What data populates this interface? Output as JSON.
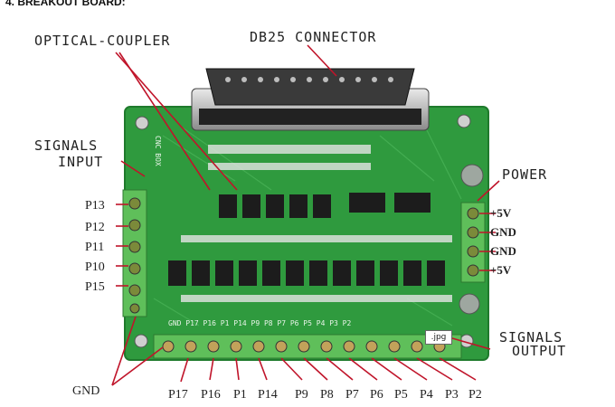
{
  "heading": "4. BREAKOUT BOARD:",
  "labels": {
    "optical_coupler": "OPTICAL-COUPLER",
    "db25_connector": "DB25 CONNECTOR",
    "signals_input_1": "SIGNALS",
    "signals_input_2": "INPUT",
    "power": "POWER",
    "signals_output_1": "SIGNALS",
    "signals_output_2": "OUTPUT",
    "gnd": "GND"
  },
  "left_pins": [
    "P13",
    "P12",
    "P11",
    "P10",
    "P15"
  ],
  "right_pins": [
    "+5V",
    "GND",
    "GND",
    "+5V"
  ],
  "bottom_pins": [
    "P17",
    "P16",
    "P1",
    "P14",
    "P9",
    "P8",
    "P7",
    "P6",
    "P5",
    "P4",
    "P3",
    "P2"
  ],
  "board_silk": {
    "model": "CNC BOX",
    "bottom_row": "GND P17 P16 P1 P14 P9 P8 P7 P6 P5 P4 P3 P2"
  },
  "image_tag": ".jpg",
  "colors": {
    "pcb": "#2f9a3e",
    "pcb_dark": "#1f7a2c",
    "terminal": "#5fbf5a",
    "arrow": "#c0142a",
    "chip": "#1c1c1c",
    "connector": "#2a2a2a"
  }
}
